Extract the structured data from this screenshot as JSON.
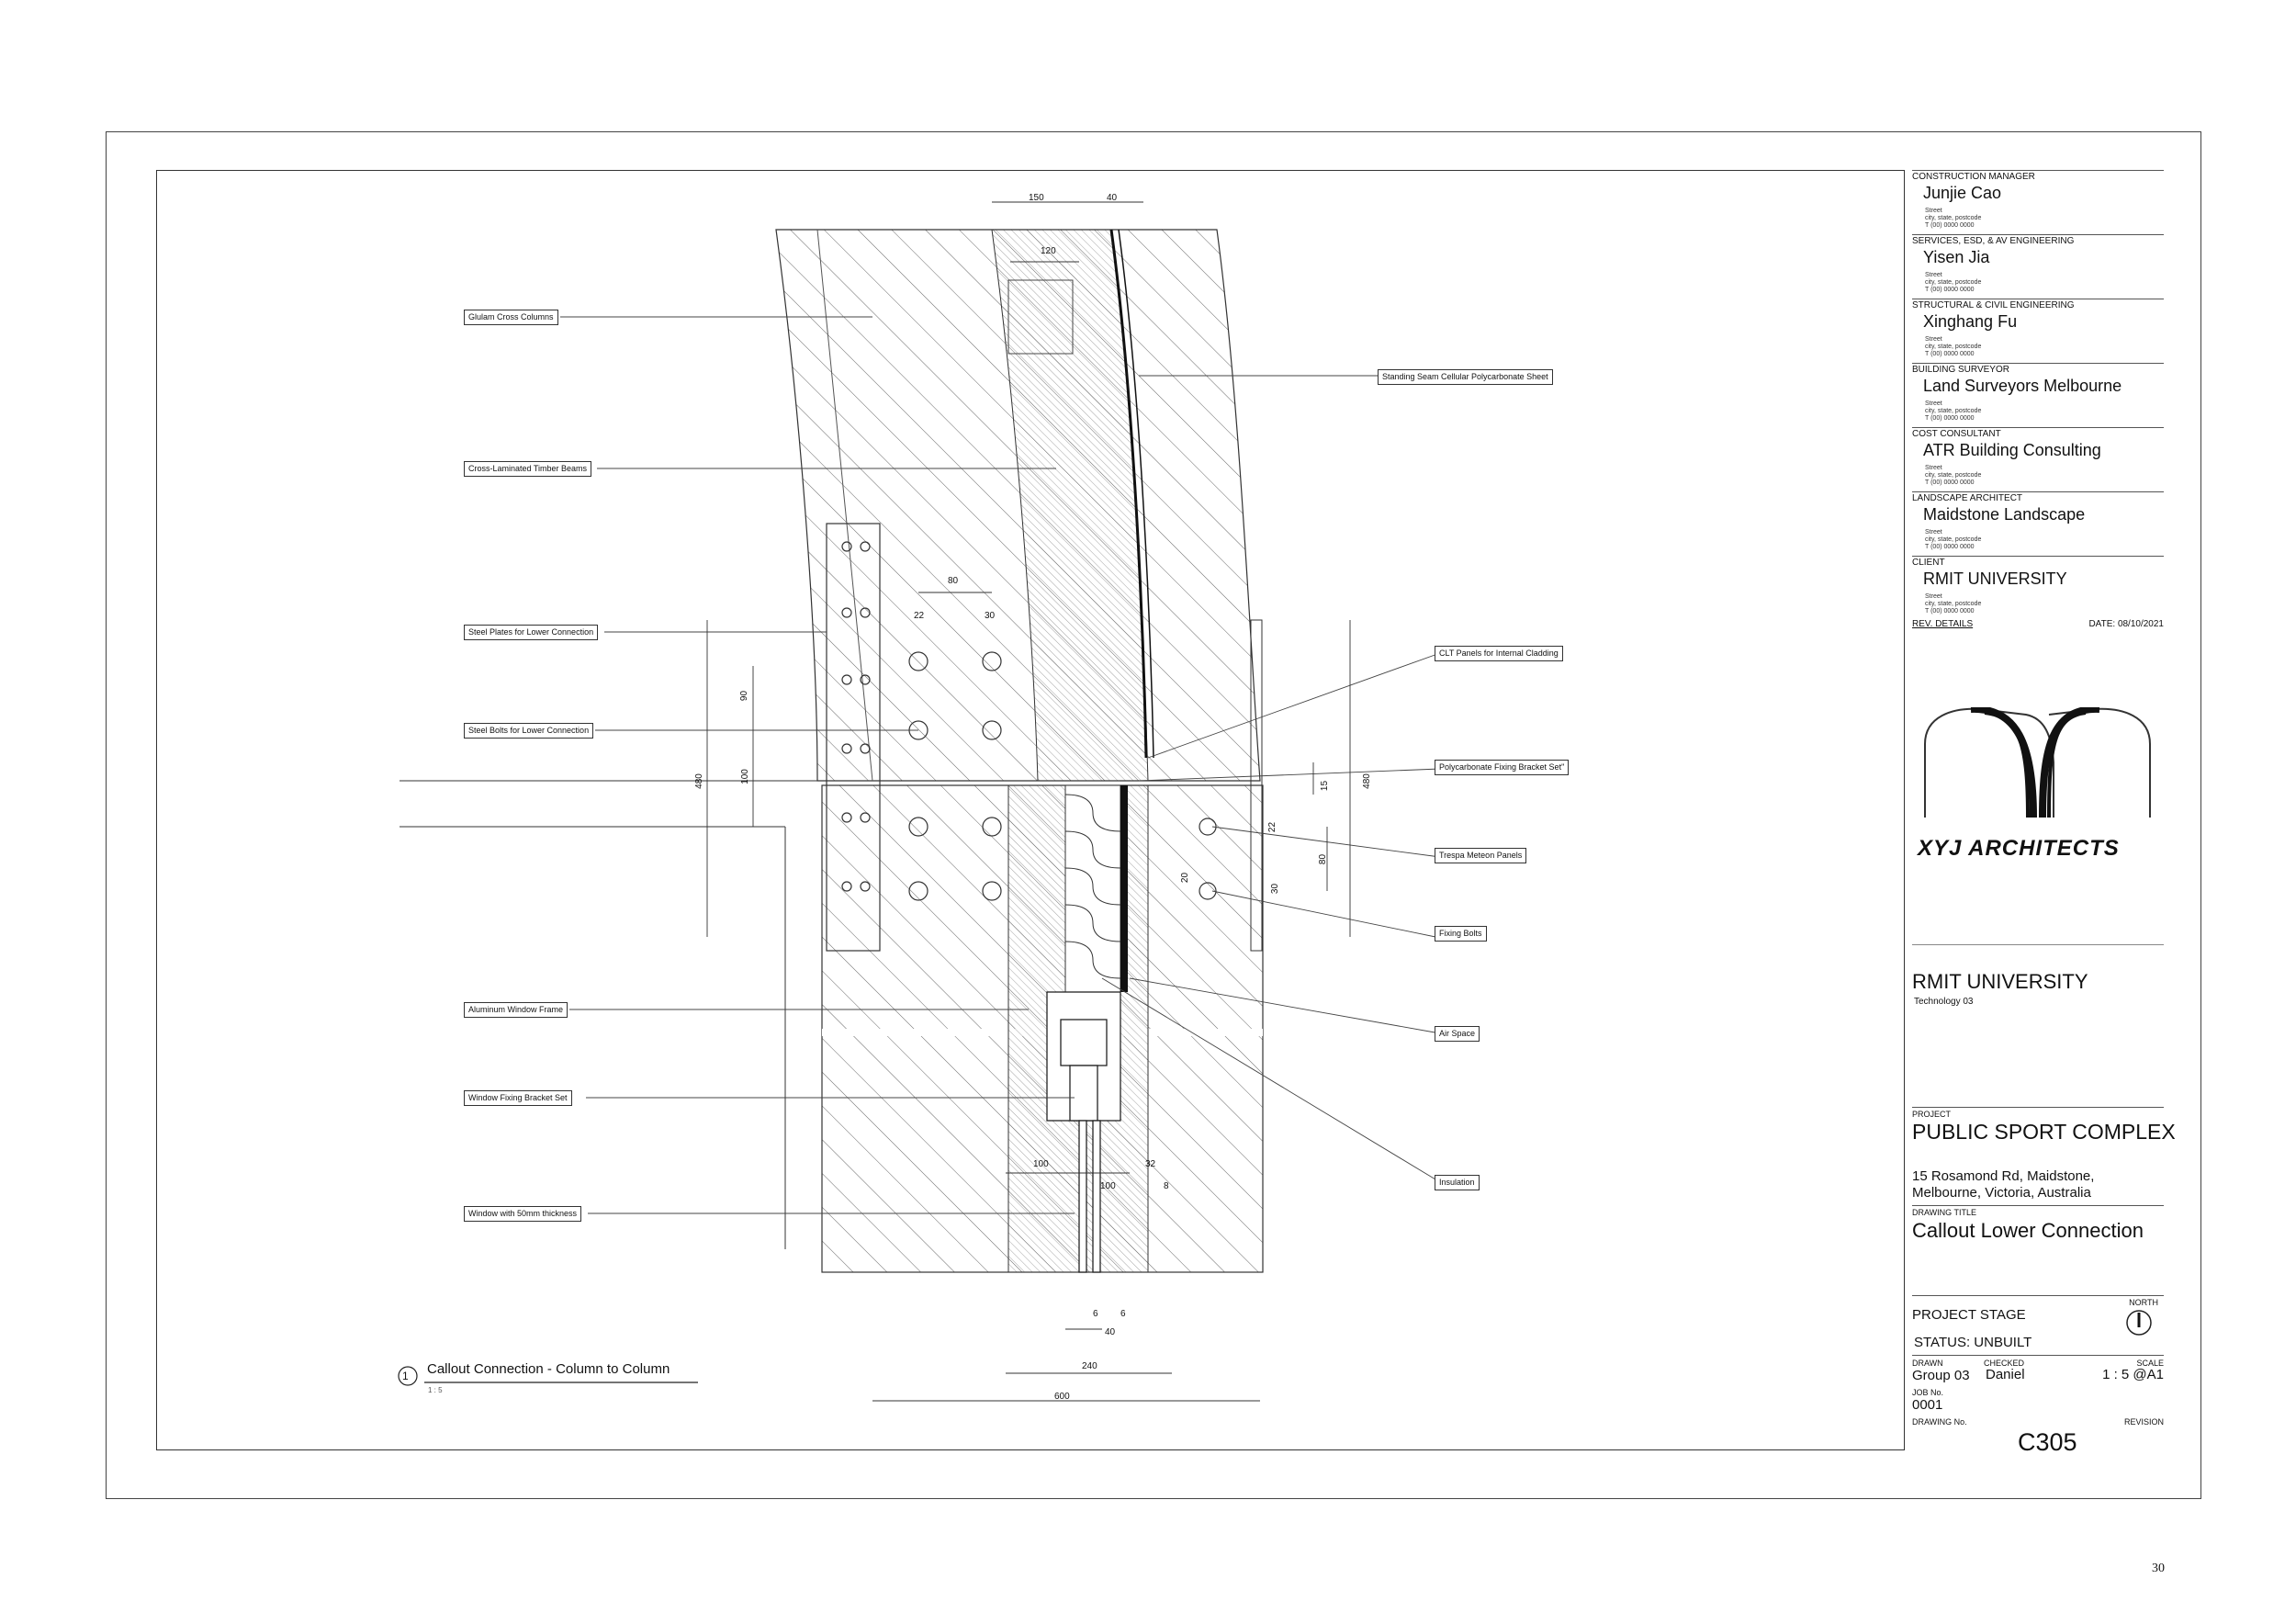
{
  "labels": {
    "glulam": "Glulam Cross Columns",
    "clt_beams": "Cross-Laminated Timber Beams",
    "steel_plates": "Steel Plates for Lower Connection",
    "steel_bolts": "Steel Bolts for Lower Connection",
    "alu_frame": "Aluminum Window Frame",
    "win_bracket": "Window Fixing Bracket Set",
    "window_50": "Window with 50mm thickness",
    "polycarb_sheet": "Standing Seam Cellular Polycarbonate Sheet",
    "clt_panels": "CLT Panels for Internal Cladding",
    "polycarb_bracket": "Polycarbonate Fixing Bracket Set\"",
    "trespa": "Trespa Meteon Panels",
    "fixing_bolts": "Fixing Bolts",
    "air_space": "Air Space",
    "insulation": "Insulation"
  },
  "dims": {
    "d150": "150",
    "d40top": "40",
    "d120": "120",
    "d80": "80",
    "d22": "22",
    "d30": "30",
    "d90": "90",
    "d100v": "100",
    "d480l": "480",
    "d480r": "480",
    "d15": "15",
    "d22r": "22",
    "d80r": "80",
    "d20": "20",
    "d30r": "30",
    "d100a": "100",
    "d32": "32",
    "d100b": "100",
    "d6a": "6",
    "d6b": "6",
    "d8": "8",
    "d40b": "40",
    "d240": "240",
    "d600": "600"
  },
  "callout": {
    "number": "1",
    "title": "Callout Connection - Column to Column",
    "scale": "1 : 5"
  },
  "title_block": {
    "consultants": [
      {
        "role": "CONSTRUCTION MANAGER",
        "name": "Junjie Cao",
        "addr": [
          "Street",
          "city, state, postcode",
          "T (00) 0000 0000"
        ]
      },
      {
        "role": "SERVICES, ESD, & AV ENGINEERING",
        "name": "Yisen Jia",
        "addr": [
          "Street",
          "city, state, postcode",
          "T (00) 0000 0000"
        ]
      },
      {
        "role": "STRUCTURAL & CIVIL ENGINEERING",
        "name": "Xinghang Fu",
        "addr": [
          "Street",
          "city, state, postcode",
          "T (00) 0000 0000"
        ]
      },
      {
        "role": "BUILDING SURVEYOR",
        "name": "Land Surveyors Melbourne",
        "addr": [
          "Street",
          "city, state, postcode",
          "T (00) 0000 0000"
        ]
      },
      {
        "role": "COST CONSULTANT",
        "name": "ATR Building Consulting",
        "addr": [
          "Street",
          "city, state, postcode",
          "T (00) 0000 0000"
        ]
      },
      {
        "role": "LANDSCAPE ARCHITECT",
        "name": "Maidstone Landscape",
        "addr": [
          "Street",
          "city, state, postcode",
          "T (00) 0000 0000"
        ]
      },
      {
        "role": "CLIENT",
        "name": "RMIT UNIVERSITY",
        "addr": [
          "Street",
          "city, state, postcode",
          "T (00) 0000 0000"
        ]
      }
    ],
    "rev_details": "REV.  DETAILS",
    "date": "DATE: 08/10/2021",
    "logo_text": "XYJ ARCHITECTS",
    "university": "RMIT UNIVERSITY",
    "course": "Technology 03",
    "project_label": "PROJECT",
    "project": "PUBLIC SPORT COMPLEX",
    "address1": "15 Rosamond Rd, Maidstone,",
    "address2": "Melbourne, Victoria, Australia",
    "drawing_title_label": "DRAWING TITLE",
    "drawing_title": "Callout Lower Connection",
    "project_stage": "PROJECT STAGE",
    "north": "NORTH",
    "status": "STATUS: UNBUILT",
    "drawn_label": "DRAWN",
    "checked_label": "CHECKED",
    "scale_label": "SCALE",
    "drawn": "Group 03",
    "checked": "Daniel",
    "scale": "1 : 5 @A1",
    "job_label": "JOB No.",
    "job": "0001",
    "drawing_no_label": "DRAWING No.",
    "revision_label": "REVISION",
    "drawing_no": "C305"
  },
  "page_number": "30"
}
